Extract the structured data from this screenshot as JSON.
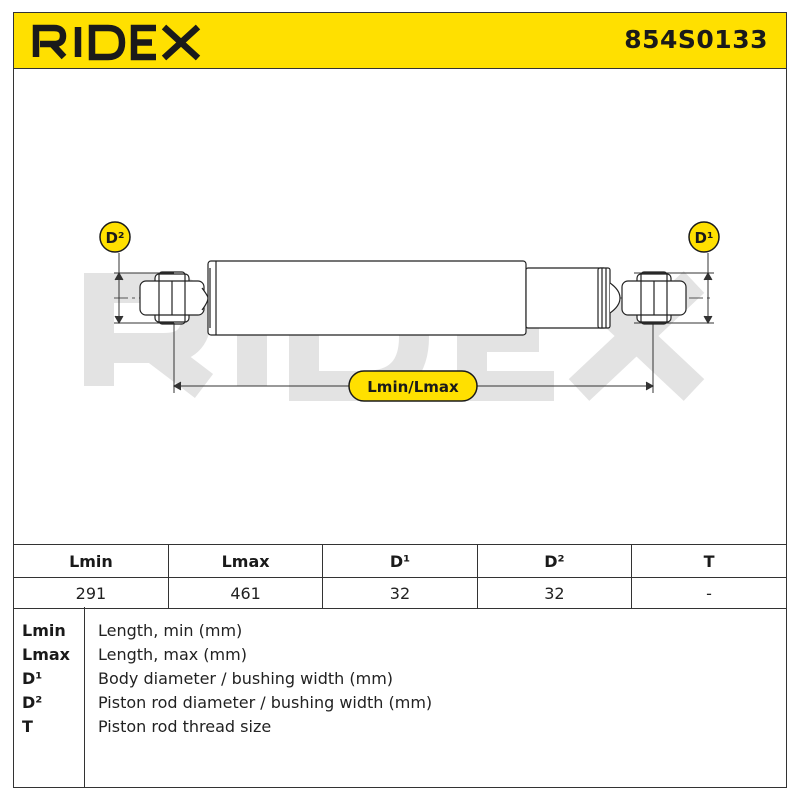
{
  "header": {
    "logo_text": "RIDEX",
    "part_number": "854S0133",
    "accent_color": "#ffe000"
  },
  "diagram": {
    "left_dimension_label": "D²",
    "right_dimension_label": "D¹",
    "length_label": "Lmin/Lmax",
    "watermark_text": "RIDEX"
  },
  "spec_table": {
    "headers": [
      "Lmin",
      "Lmax",
      "D¹",
      "D²",
      "T"
    ],
    "values": [
      "291",
      "461",
      "32",
      "32",
      "-"
    ]
  },
  "legend": [
    {
      "key": "Lmin",
      "description": "Length, min (mm)"
    },
    {
      "key": "Lmax",
      "description": "Length, max (mm)"
    },
    {
      "key": "D¹",
      "description": "Body diameter / bushing width (mm)"
    },
    {
      "key": "D²",
      "description": "Piston rod diameter / bushing width (mm)"
    },
    {
      "key": "T",
      "description": "Piston rod thread size"
    }
  ]
}
